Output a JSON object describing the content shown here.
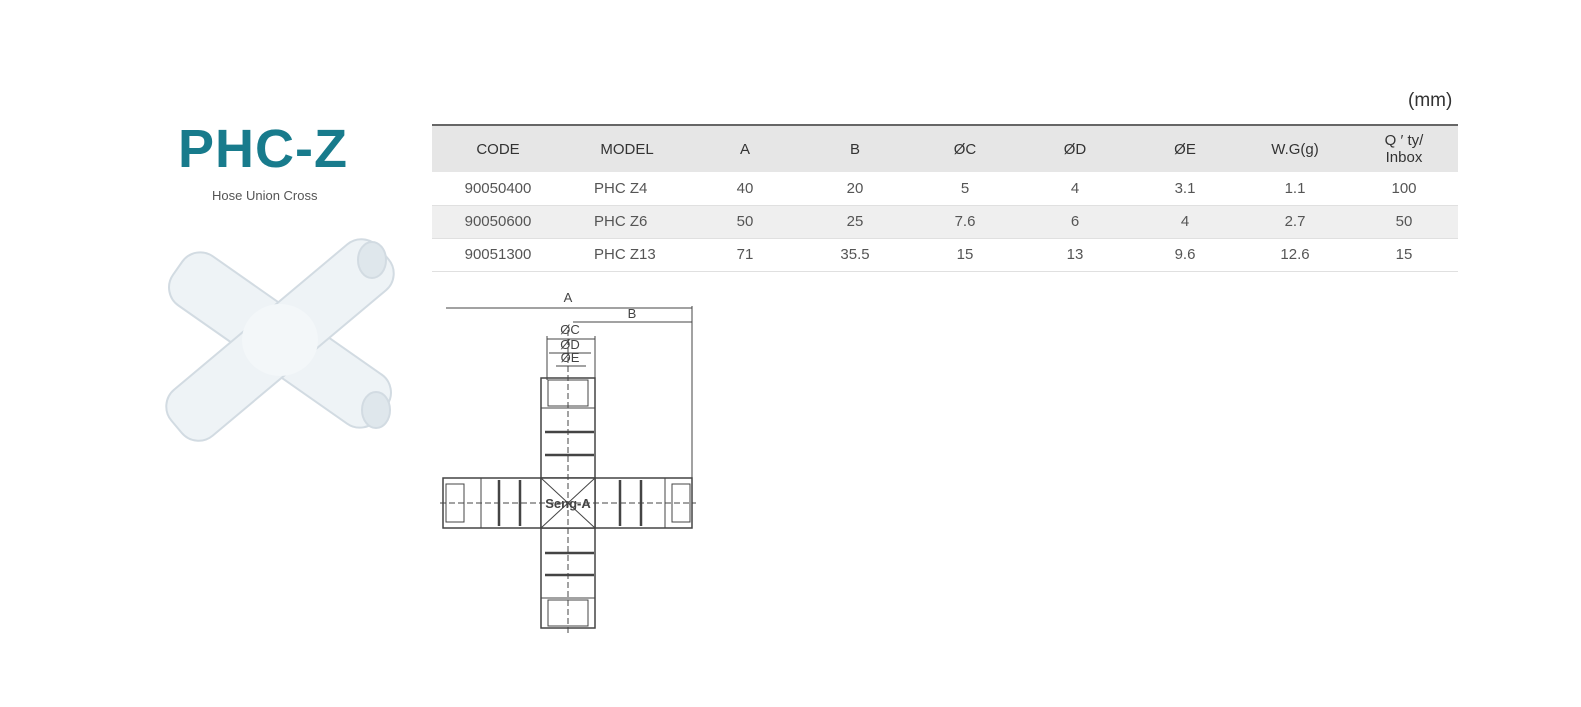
{
  "product": {
    "title": "PHC-Z",
    "subtitle": "Hose Union Cross"
  },
  "table": {
    "unit": "(mm)",
    "headers": [
      "CODE",
      "MODEL",
      "A",
      "B",
      "ØC",
      "ØD",
      "ØE",
      "W.G(g)",
      "Q ′ ty/",
      "Inbox"
    ],
    "rows": [
      [
        "90050400",
        "PHC Z4",
        "40",
        "20",
        "5",
        "4",
        "3.1",
        "1.1",
        "100"
      ],
      [
        "90050600",
        "PHC Z6",
        "50",
        "25",
        "7.6",
        "6",
        "4",
        "2.7",
        "50"
      ],
      [
        "90051300",
        "PHC Z13",
        "71",
        "35.5",
        "15",
        "13",
        "9.6",
        "12.6",
        "15"
      ]
    ]
  },
  "drawing": {
    "labels": {
      "a": "A",
      "b": "B",
      "c": "ØC",
      "d": "ØD",
      "e": "ØE",
      "brand": "Seng-A"
    }
  }
}
